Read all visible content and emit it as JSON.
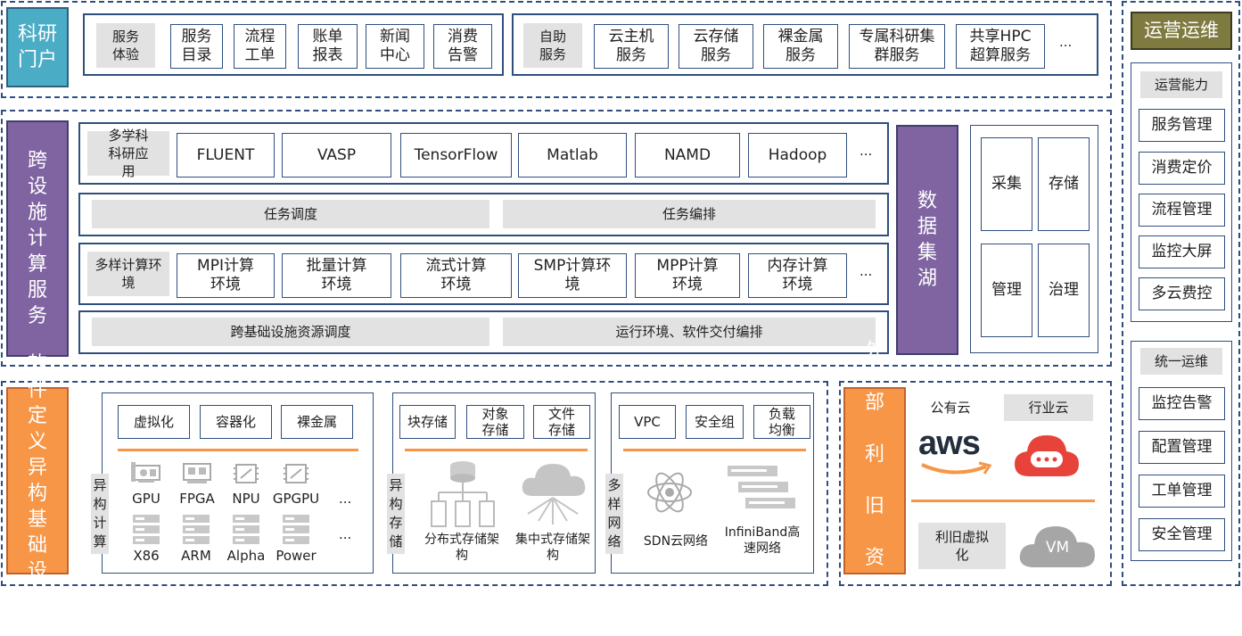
{
  "portal": {
    "title": "科研门户",
    "service_experience": "服务体验",
    "items": [
      "服务目录",
      "流程工单",
      "账单报表",
      "新闻中心",
      "消费告警"
    ],
    "self_service": "自助服务",
    "self_items": [
      "云主机服务",
      "云存储服务",
      "裸金属服务",
      "专属科研集群服务",
      "共享HPC超算服务"
    ],
    "ellipsis": "..."
  },
  "cross": {
    "title": "跨设施计算服务",
    "multi_app": "多学科科研应用",
    "apps": [
      "FLUENT",
      "VASP",
      "TensorFlow",
      "Matlab",
      "NAMD",
      "Hadoop"
    ],
    "task_dispatch": "任务调度",
    "task_orchestration": "任务编排",
    "multi_env": "多样计算环境",
    "envs": [
      "MPI计算环境",
      "批量计算环境",
      "流式计算环境",
      "SMP计算环境",
      "MPP计算环境",
      "内存计算环境"
    ],
    "cross_sched": "跨基础设施资源调度",
    "runtime": "运行环境、软件交付编排",
    "ellipsis": "..."
  },
  "datalake": {
    "title": "数据集湖",
    "items": [
      "采集",
      "存储",
      "管理",
      "治理"
    ]
  },
  "ops": {
    "title": "运营运维",
    "capability": "运营能力",
    "cap_items": [
      "服务管理",
      "消费定价",
      "流程管理",
      "监控大屏",
      "多云费控"
    ],
    "unified": "统一运维",
    "uni_items": [
      "监控告警",
      "配置管理",
      "工单管理",
      "安全管理"
    ]
  },
  "sdi": {
    "title_a": "软件定义",
    "title_b": "异构基础设施",
    "compute": {
      "label": "异构计算",
      "top": [
        "虚拟化",
        "容器化",
        "裸金属"
      ],
      "row1": [
        "GPU",
        "FPGA",
        "NPU",
        "GPGPU"
      ],
      "row2": [
        "X86",
        "ARM",
        "Alpha",
        "Power"
      ],
      "ellipsis": "..."
    },
    "storage": {
      "label": "异构存储",
      "top": [
        "块存储",
        "对象存储",
        "文件存储"
      ],
      "bottom": [
        "分布式存储架构",
        "集中式存储架构"
      ]
    },
    "network": {
      "label": "多样网络",
      "top": [
        "VPC",
        "安全组",
        "负载均衡"
      ],
      "bottom": [
        "SDN云网络",
        "InfiniBand高速网络"
      ]
    }
  },
  "external": {
    "title": "外部利旧资源",
    "public_cloud": "公有云",
    "industry_cloud": "行业云",
    "aws": "aws",
    "reuse_virtual": "利旧虚拟化",
    "vm": "VM"
  },
  "colors": {
    "teal": "#4bacc6",
    "purple": "#8064a2",
    "orange": "#f79646",
    "olive": "#7f7a3f",
    "border": "#2f4f7f",
    "gray": "#e2e2e2",
    "red_cloud": "#e8433b"
  }
}
